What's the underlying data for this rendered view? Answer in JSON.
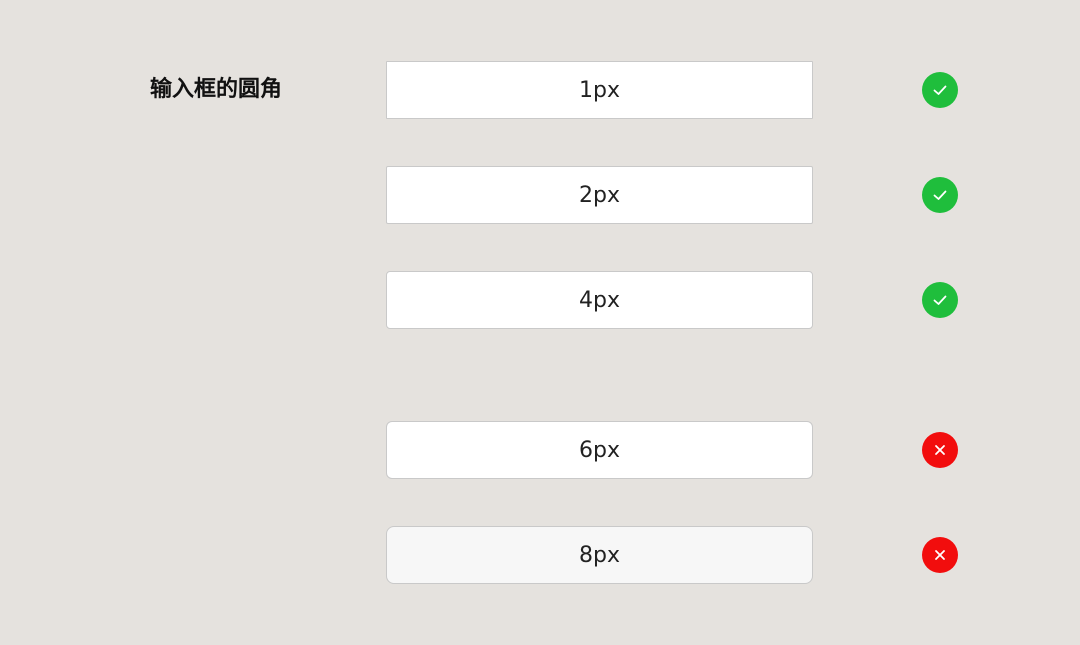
{
  "section": {
    "title": "输入框的圆角"
  },
  "examples": [
    {
      "label": "1px",
      "radius_px": 1,
      "status": "correct",
      "status_icon": "check-icon",
      "status_color": "#1fbe3c"
    },
    {
      "label": "2px",
      "radius_px": 2,
      "status": "correct",
      "status_icon": "check-icon",
      "status_color": "#1fbe3c"
    },
    {
      "label": "4px",
      "radius_px": 4,
      "status": "correct",
      "status_icon": "check-icon",
      "status_color": "#1fbe3c"
    },
    {
      "label": "6px",
      "radius_px": 6,
      "status": "incorrect",
      "status_icon": "cross-icon",
      "status_color": "#f20d0d"
    },
    {
      "label": "8px",
      "radius_px": 8,
      "status": "incorrect",
      "status_icon": "cross-icon",
      "status_color": "#f20d0d"
    }
  ]
}
